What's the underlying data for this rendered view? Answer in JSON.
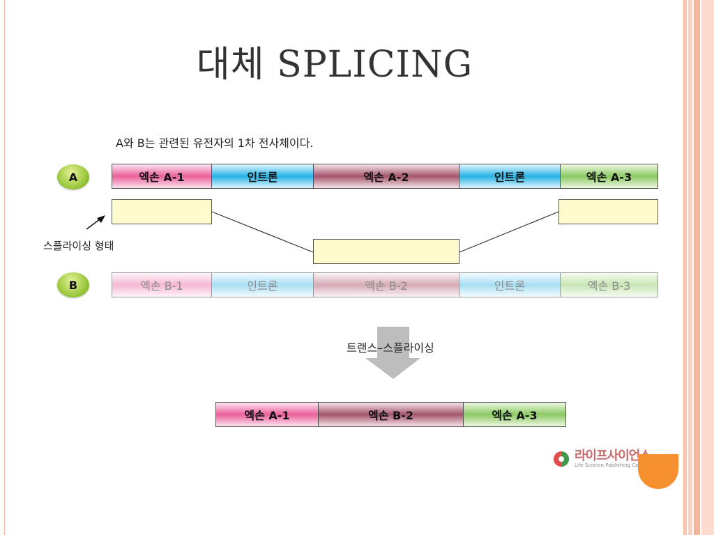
{
  "title": "대체 SPLICING",
  "caption": "A와  B는 관련된 유전자의 1차 전사체이다.",
  "gene_a": {
    "badge": "A",
    "segments": [
      "엑손 A-1",
      "인트론",
      "엑손 A-2",
      "인트론",
      "엑손 A-3"
    ]
  },
  "gene_b": {
    "badge": "B",
    "segments": [
      "엑손 B-1",
      "인트론",
      "엑손 B-2",
      "인트론",
      "엑손 B-3"
    ]
  },
  "splice_label": "스플라이싱 형태",
  "trans_label": "트랜스–스플라이싱",
  "result": {
    "segments": [
      "엑손 A-1",
      "엑손 B-2",
      "엑손 A-3"
    ]
  },
  "logo": {
    "name": "라이프사이언스",
    "sub": "Life Science Publishing Co."
  },
  "colors": {
    "exon_pink": "#e9609b",
    "exon_mauve": "#a4566e",
    "exon_green": "#8cc964",
    "intron_blue": "#27b3e6",
    "splice_box": "#fffbcc",
    "accent_orange": "#f7912f"
  }
}
